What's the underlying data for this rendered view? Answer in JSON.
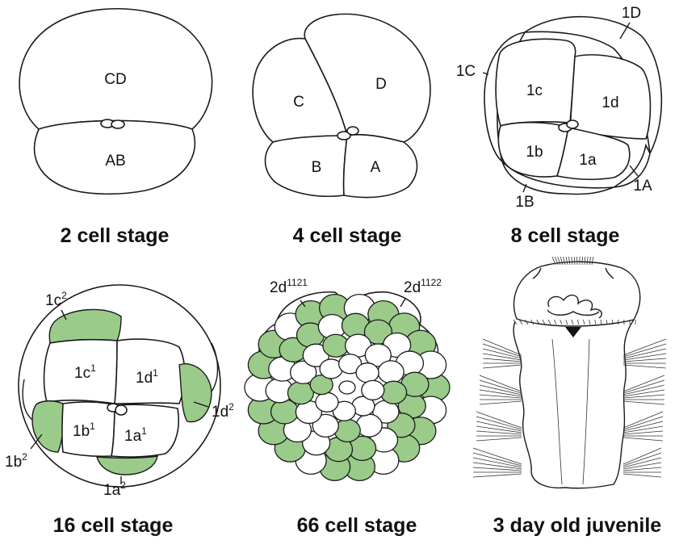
{
  "captions": {
    "stage2": "2 cell stage",
    "stage4": "4 cell stage",
    "stage8": "8 cell stage",
    "stage16": "16 cell stage",
    "stage66": "66 cell stage",
    "juvenile": "3 day old juvenile"
  },
  "labels": {
    "s2": {
      "cd": "CD",
      "ab": "AB"
    },
    "s4": {
      "c": "C",
      "d": "D",
      "b": "B",
      "a": "A"
    },
    "s8": {
      "d1_big": "1D",
      "c1_big": "1C",
      "c": "1c",
      "d": "1d",
      "b": "1b",
      "a": "1a",
      "b_big": "1B",
      "a_big": "1A"
    },
    "s16": {
      "c2_base": "1c",
      "c2_sup": "2",
      "c1_base": "1c",
      "c1_sup": "1",
      "d1_base": "1d",
      "d1_sup": "1",
      "d2_base": "1d",
      "d2_sup": "2",
      "b1_base": "1b",
      "b1_sup": "1",
      "a1_base": "1a",
      "a1_sup": "1",
      "b2_base": "1b",
      "b2_sup": "2",
      "a2_base": "1a",
      "a2_sup": "2"
    },
    "s66": {
      "left_base": "2d",
      "left_sup": "1121",
      "right_base": "2d",
      "right_sup": "1122"
    }
  },
  "colors": {
    "highlight": "#9acb8a",
    "outline": "#1a1a1a"
  }
}
